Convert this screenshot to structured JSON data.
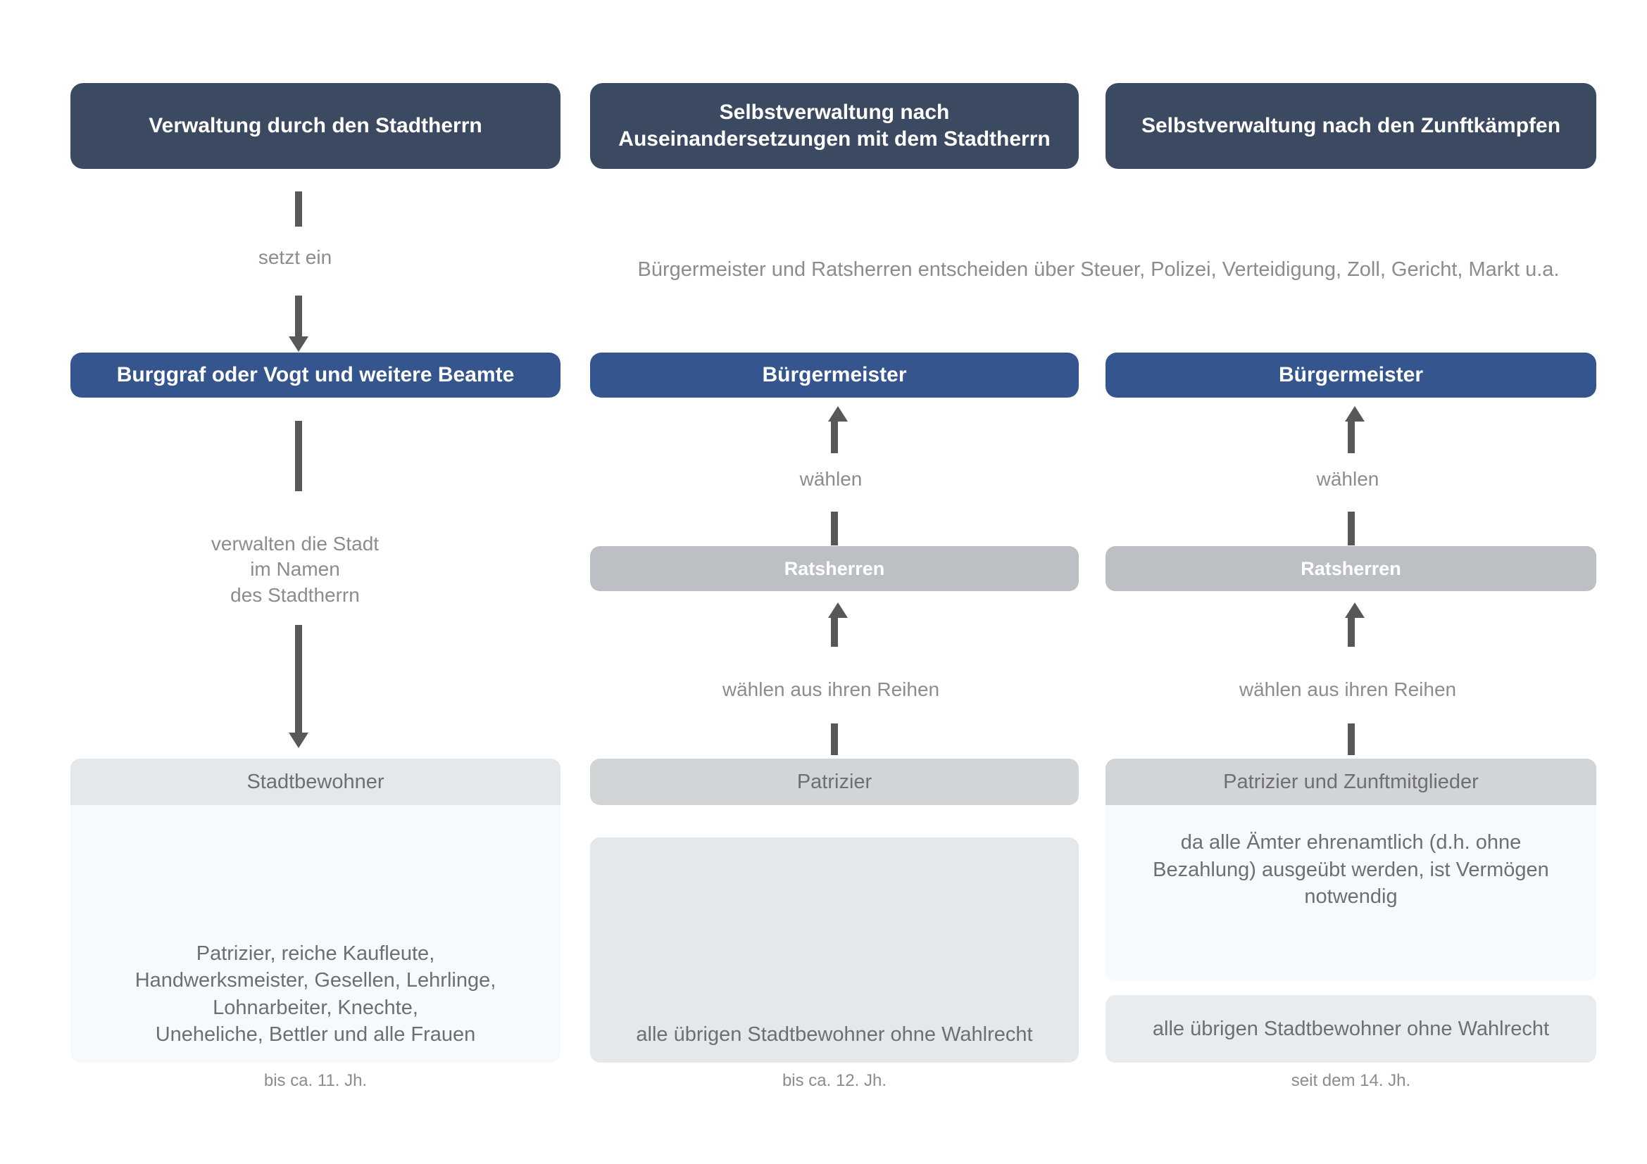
{
  "columns": [
    {
      "header": "Verwaltung durch den Stadtherrn",
      "relation_top": "setzt ein",
      "role": "Burggraf oder Vogt und weitere Beamte",
      "relation_mid": "verwalten die Stadt\nim Namen\ndes Stadtherrn",
      "group_head": "Stadtbewohner",
      "group_body": "Patrizier, reiche Kaufleute,\nHandwerksmeister, Gesellen, Lehrlinge,\nLohnarbeiter, Knechte,\nUneheliche, Bettler und alle Frauen",
      "caption": "bis ca. 11. Jh."
    },
    {
      "header": "Selbstverwaltung nach Auseinandersetzungen mit dem Stadtherrn",
      "role": "Bürgermeister",
      "relation_elect": "wählen",
      "council": "Ratsherren",
      "relation_elect_rows": "wählen aus ihren Reihen",
      "group_head": "Patrizier",
      "group_body": "alle übrigen Stadtbewohner ohne Wahlrecht",
      "caption": "bis ca. 12. Jh."
    },
    {
      "header": "Selbstverwaltung nach den Zunftkämpfen",
      "role": "Bürgermeister",
      "relation_elect": "wählen",
      "council": "Ratsherren",
      "relation_elect_rows": "wählen aus ihren Reihen",
      "group_head": "Patrizier und Zunftmitglieder",
      "group_body_note": "da alle Ämter ehrenamtlich (d.h. ohne\nBezahlung) ausgeübt werden, ist Vermögen\nnotwendig",
      "group_body": "alle übrigen Stadtbewohner ohne Wahlrecht",
      "caption": "seit dem 14. Jh."
    }
  ],
  "shared_note": "Bürgermeister und Ratsherren entscheiden über Steuer, Polizei, Verteidigung, Zoll, Gericht, Markt u.a.",
  "colors": {
    "header_box": "#3c4a61",
    "role_box": "#35558f",
    "council_box": "#bcc0c4",
    "arrow": "#585858",
    "text_muted": "#8a8c8f"
  }
}
